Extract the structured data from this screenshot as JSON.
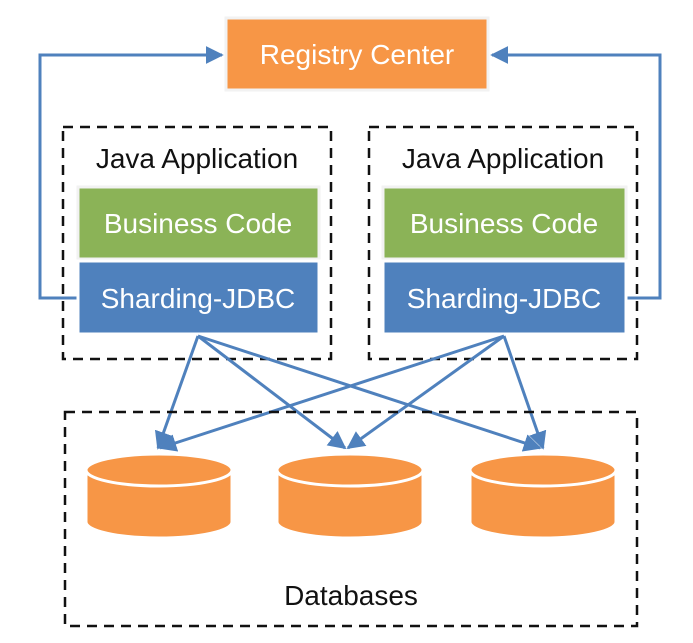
{
  "registry_center": {
    "label": "Registry Center"
  },
  "applications": [
    {
      "title": "Java Application",
      "business_code": "Business Code",
      "sharding": "Sharding-JDBC"
    },
    {
      "title": "Java Application",
      "business_code": "Business Code",
      "sharding": "Sharding-JDBC"
    }
  ],
  "databases": {
    "label": "Databases",
    "count": 3
  },
  "colors": {
    "registry": "#f79646",
    "business_code": "#8bb357",
    "sharding": "#4f81bd",
    "database": "#f79646",
    "arrow": "#4f81bd"
  }
}
